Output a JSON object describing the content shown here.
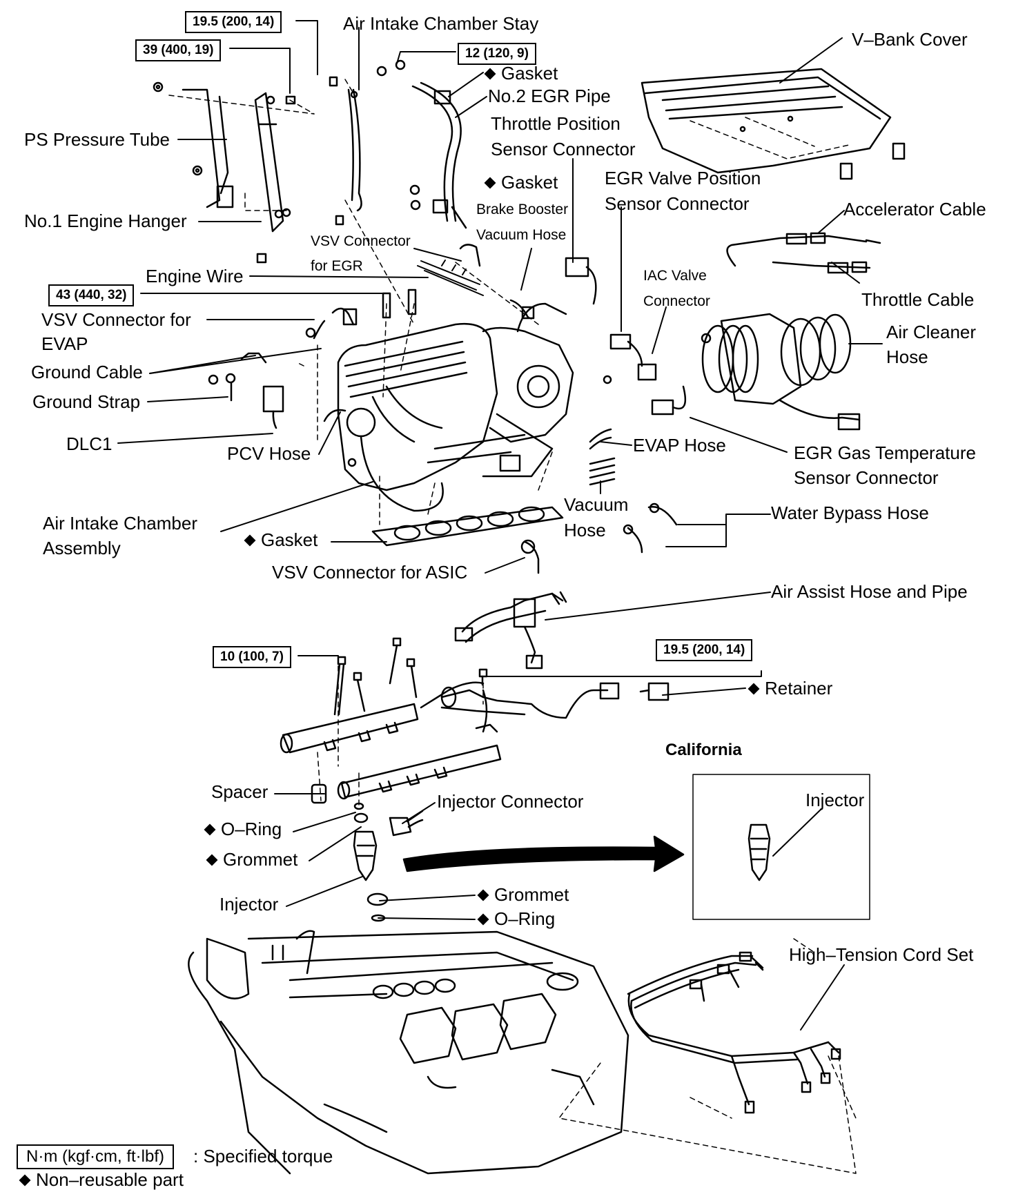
{
  "torques": {
    "t1": "19.5 (200, 14)",
    "t2": "39 (400, 19)",
    "t3": "12 (120, 9)",
    "t4": "43 (440, 32)",
    "t5": "10 (100, 7)",
    "t6": "19.5 (200, 14)"
  },
  "labels": {
    "air_intake_chamber_stay": "Air Intake Chamber Stay",
    "v_bank_cover": "V–Bank Cover",
    "gasket_1": "Gasket",
    "no2_egr_pipe": "No.2 EGR Pipe",
    "ps_pressure_tube": "PS Pressure Tube",
    "tps_connector_1": "Throttle Position",
    "tps_connector_2": "Sensor Connector",
    "gasket_2": "Gasket",
    "egr_valve_pos_1": "EGR Valve Position",
    "egr_valve_pos_2": "Sensor Connector",
    "brake_booster_1": "Brake Booster",
    "brake_booster_2": "Vacuum Hose",
    "accelerator_cable": "Accelerator Cable",
    "no1_engine_hanger": "No.1 Engine Hanger",
    "vsv_egr_1": "VSV Connector",
    "vsv_egr_2": "for EGR",
    "engine_wire": "Engine Wire",
    "iac_valve_1": "IAC Valve",
    "iac_valve_2": "Connector",
    "throttle_cable": "Throttle Cable",
    "vsv_evap_1": "VSV Connector for",
    "vsv_evap_2": "EVAP",
    "air_cleaner_hose_1": "Air Cleaner",
    "air_cleaner_hose_2": "Hose",
    "ground_cable": "Ground Cable",
    "ground_strap": "Ground Strap",
    "dlc1": "DLC1",
    "pcv_hose": "PCV Hose",
    "evap_hose": "EVAP Hose",
    "egr_gas_temp_1": "EGR Gas Temperature",
    "egr_gas_temp_2": "Sensor Connector",
    "vacuum_hose_1": "Vacuum",
    "vacuum_hose_2": "Hose",
    "water_bypass_hose": "Water Bypass Hose",
    "air_intake_chamber_1": "Air Intake Chamber",
    "air_intake_chamber_2": "Assembly",
    "gasket_3": "Gasket",
    "vsv_asic": "VSV Connector for ASIC",
    "air_assist": "Air Assist Hose and Pipe",
    "retainer": "Retainer",
    "california": "California",
    "spacer": "Spacer",
    "injector_connector": "Injector Connector",
    "injector_cal": "Injector",
    "o_ring_1": "O–Ring",
    "grommet_1": "Grommet",
    "injector": "Injector",
    "grommet_2": "Grommet",
    "o_ring_2": "O–Ring",
    "high_tension": "High–Tension Cord Set"
  },
  "legend": {
    "torque_units": "N·m (kgf·cm, ft·lbf)",
    "torque_desc": ": Specified torque",
    "nonreusable_desc": "Non–reusable part"
  }
}
